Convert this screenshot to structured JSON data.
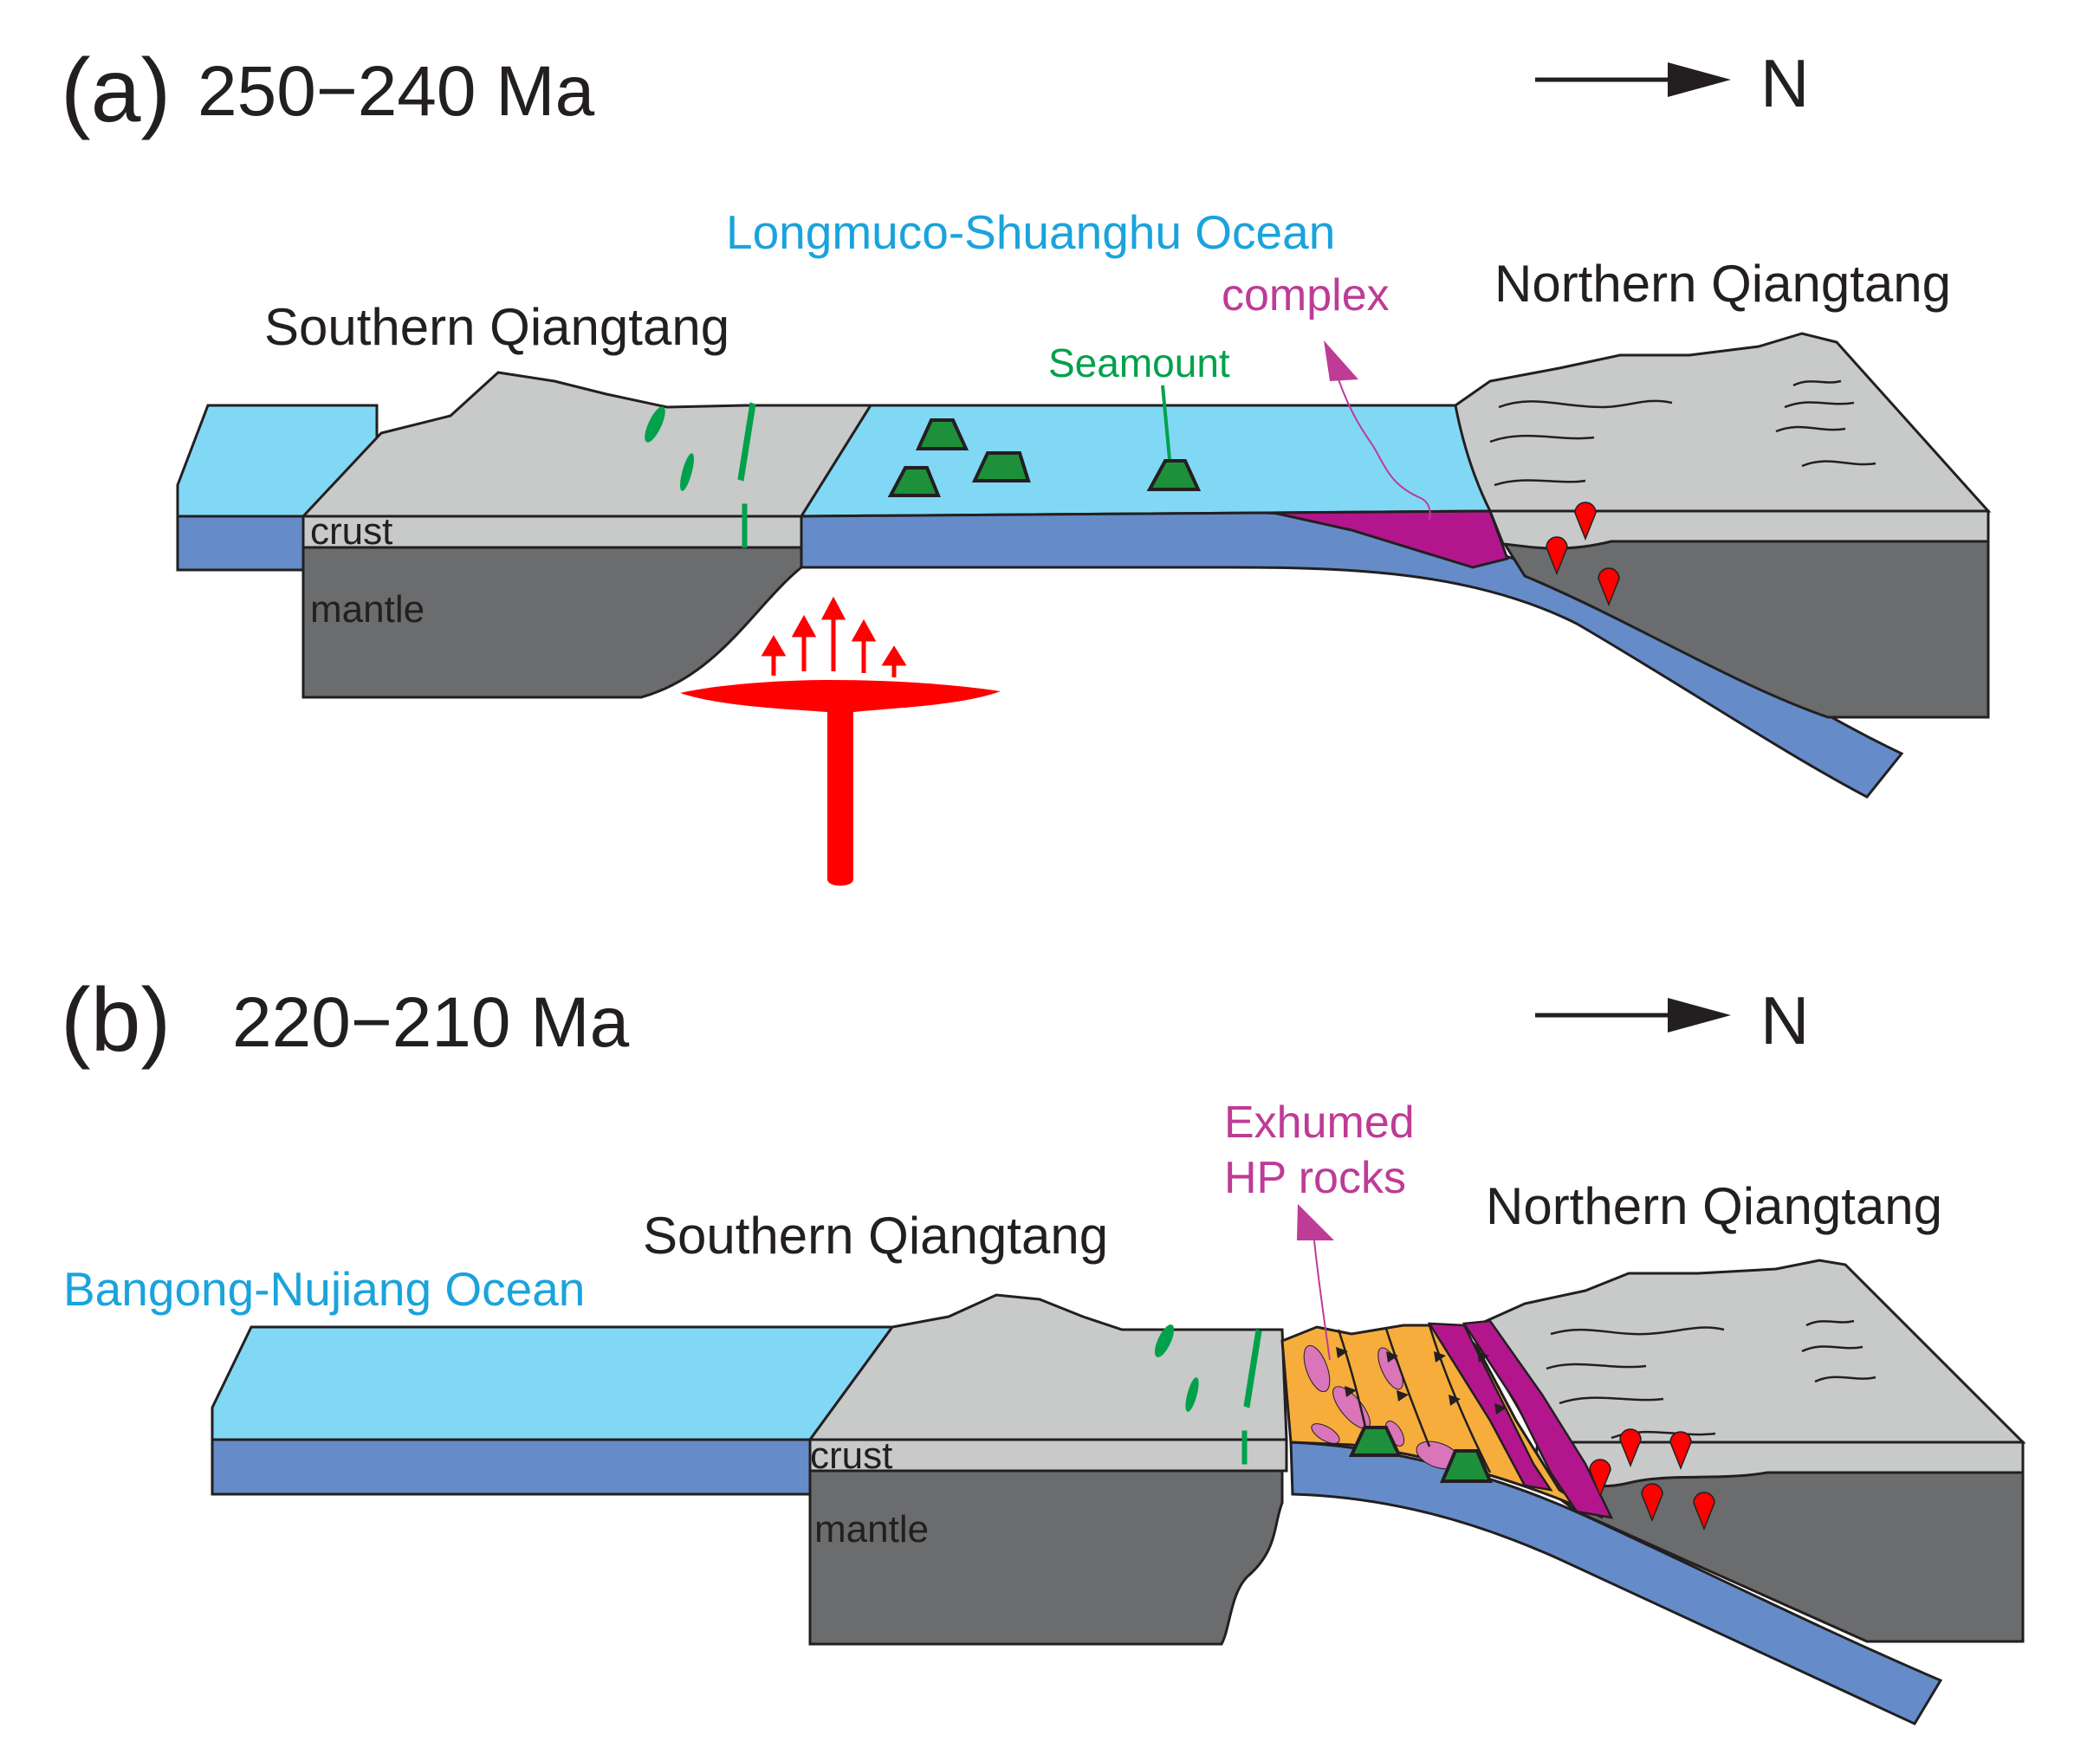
{
  "colors": {
    "ocean_water": "#81d8f5",
    "oceanic_crust": "#658cc9",
    "continental_crust": "#c8c9c9",
    "mantle": "#6b6c6d",
    "plume": "#ff0000",
    "seamount": "#1e8f3a",
    "dike": "#00a14b",
    "accretionary_complex": "#b3168c",
    "melange_matrix": "#f6ad3c",
    "blocks": "#d975b8",
    "ocean_label": "#1aa3dc",
    "magenta_label": "#be3b96",
    "green_label": "#00a14b"
  },
  "panel_a": {
    "letter": "(a)",
    "age": "250−240 Ma",
    "north": "N",
    "ocean_label": "Longmuco-Shuanghu Ocean",
    "complex_label": "complex",
    "northern_label": "Northern Qiangtang",
    "southern_label": "Southern Qiangtang",
    "seamount_label": "Seamount",
    "crust_label": "crust",
    "mantle_label": "mantle"
  },
  "panel_b": {
    "letter": "(b)",
    "age": "220−210 Ma",
    "north": "N",
    "exhumed_line1": "Exhumed",
    "exhumed_line2": "HP rocks",
    "northern_label": "Northern Qiangtang",
    "southern_label": "Southern Qiangtang",
    "ocean_label": "Bangong-Nujiang Ocean",
    "crust_label": "crust",
    "mantle_label": "mantle"
  }
}
